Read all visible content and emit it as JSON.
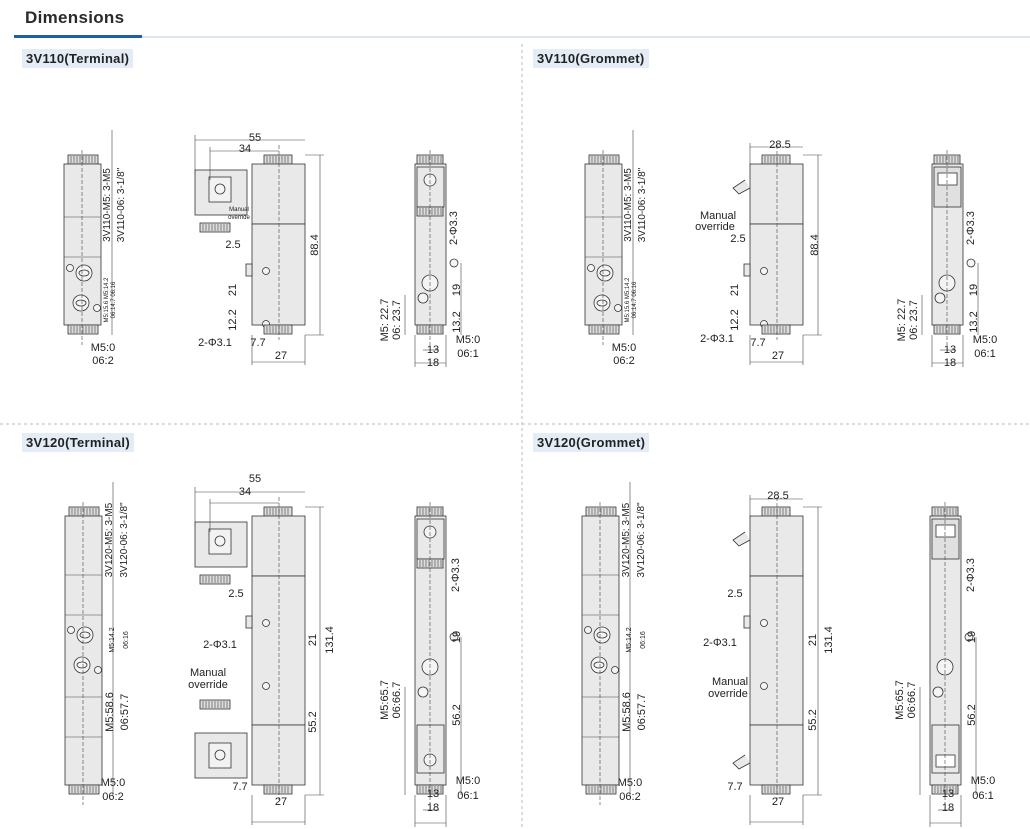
{
  "header": {
    "title": "Dimensions",
    "accent_color": "#1e5fa6"
  },
  "panels": [
    {
      "title": "3V110(Terminal)",
      "labels": {
        "model_m5": "3V110-M5: 3-M5",
        "model_06": "3V110-06: 3-1/8\"",
        "port_a": "M5:15.6  M5:14.2",
        "port_b": "06:14.7  06:16",
        "side_m5": "M5:0",
        "side_06": "06:2",
        "dim_55": "55",
        "dim_34": "34",
        "manual_1": "Manual",
        "manual_2": "override",
        "dim_2_5": "2.5",
        "dim_height": "88.4",
        "dim_21": "21",
        "dim_12_2": "12.2",
        "hole_31": "2-Φ3.1",
        "dim_7_7": "7.7",
        "dim_27": "27",
        "hole_33": "2-Φ3.3",
        "dim_19": "19",
        "dim_13_2": "13.2",
        "end_m5": "M5: 22.7",
        "end_06": "06: 23.7",
        "end_m5_0": "M5:0",
        "end_06_1": "06:1",
        "dim_13": "13",
        "dim_18": "18"
      }
    },
    {
      "title": "3V110(Grommet)",
      "labels": {
        "model_m5": "3V110-M5: 3-M5",
        "model_06": "3V110-06: 3-1/8\"",
        "port_a": "M5:15.6  M5:14.2",
        "port_b": "06:14.7  06:16",
        "side_m5": "M5:0",
        "side_06": "06:2",
        "dim_28_5": "28.5",
        "manual_1": "Manual",
        "manual_2": "override",
        "dim_2_5": "2.5",
        "dim_height": "88.4",
        "dim_21": "21",
        "dim_12_2": "12.2",
        "hole_31": "2-Φ3.1",
        "dim_7_7": "7.7",
        "dim_27": "27",
        "hole_33": "2-Φ3.3",
        "dim_19": "19",
        "dim_13_2": "13.2",
        "end_m5": "M5: 22.7",
        "end_06": "06: 23.7",
        "end_m5_0": "M5:0",
        "end_06_1": "06:1",
        "dim_13": "13",
        "dim_18": "18"
      }
    },
    {
      "title": "3V120(Terminal)",
      "labels": {
        "model_m5": "3V120-M5: 3-M5",
        "model_06": "3V120-06: 3-1/8\"",
        "port_a": "M5:14.2",
        "port_b": "06:16",
        "side_len_m5": "M5:58.6",
        "side_len_06": "06:57.7",
        "side_m5": "M5:0",
        "side_06": "06:2",
        "dim_55": "55",
        "dim_34": "34",
        "dim_2_5": "2.5",
        "hole_31": "2-Φ3.1",
        "dim_21": "21",
        "dim_height": "131.4",
        "manual_1": "Manual",
        "manual_2": "override",
        "dim_55_2": "55.2",
        "dim_7_7": "7.7",
        "dim_27": "27",
        "hole_33": "2-Φ3.3",
        "dim_19": "19",
        "end_m5": "M5:65.7",
        "end_06": "06:66.7",
        "dim_56_2": "56.2",
        "end_m5_0": "M5:0",
        "end_06_1": "06:1",
        "dim_13": "13",
        "dim_18": "18"
      }
    },
    {
      "title": "3V120(Grommet)",
      "labels": {
        "model_m5": "3V120-M5: 3-M5",
        "model_06": "3V120-06: 3-1/8\"",
        "port_a": "M5:14.2",
        "port_b": "06:16",
        "side_len_m5": "M5:58.6",
        "side_len_06": "06:57.7",
        "side_m5": "M5:0",
        "side_06": "06:2",
        "dim_28_5": "28.5",
        "dim_2_5": "2.5",
        "hole_31": "2-Φ3.1",
        "dim_21": "21",
        "dim_height": "131.4",
        "manual_1": "Manual",
        "manual_2": "override",
        "dim_55_2": "55.2",
        "dim_7_7": "7.7",
        "dim_27": "27",
        "hole_33": "2-Φ3.3",
        "dim_19": "19",
        "end_m5": "M5:65.7",
        "end_06": "06:66.7",
        "dim_56_2": "56.2",
        "end_m5_0": "M5:0",
        "end_06_1": "06:1",
        "dim_13": "13",
        "dim_18": "18"
      }
    }
  ]
}
